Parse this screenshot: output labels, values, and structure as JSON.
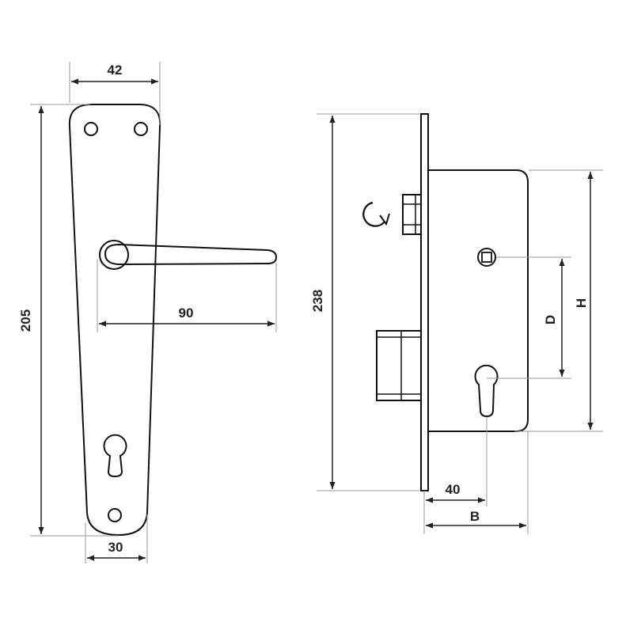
{
  "colors": {
    "stroke": "#111111",
    "dimension": "#222222",
    "extension": "#999999",
    "background": "#ffffff"
  },
  "handle": {
    "width_label": "42",
    "height_label": "205",
    "lever_label": "90",
    "bottom_label": "30"
  },
  "lock": {
    "height_label": "238",
    "backset_label": "40",
    "b_label": "B",
    "d_label": "D",
    "h_label": "H",
    "rotation_icon": "rotate-arrow-icon"
  }
}
